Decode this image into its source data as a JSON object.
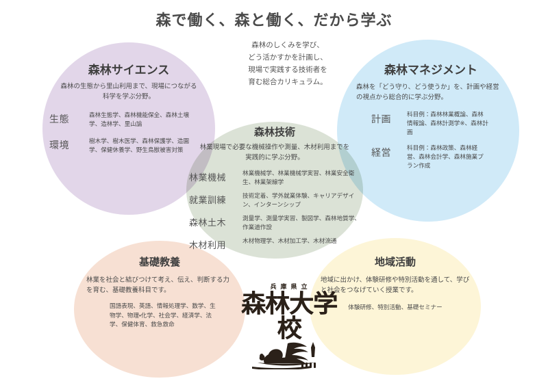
{
  "page": {
    "title": "森で働く、森と働く、だから学ぶ",
    "caption": "森林のしくみを学び、\nどう活かすかを計画し、\n現場で実践する技術者を\n育む総合カリキュラム。"
  },
  "colors": {
    "science": "#e2d6e9",
    "management": "#d0eaf8",
    "technology": "#dbe2d6",
    "basics": "#f7e0d3",
    "local": "#fdf5d7",
    "text": "#4a4a4a",
    "logo_ink": "#2b2119"
  },
  "areas": {
    "science": {
      "heading": "森林サイエンス",
      "lead": "森林の生態から里山利用まで、現場につながる科学を学ぶ分野。",
      "rows": [
        {
          "label": "生態",
          "text": "森林生態学、森林機能保全、森林土壌学、造林学、里山論"
        },
        {
          "label": "環境",
          "text": "樹木学、樹木医学、森林保護学、造園学、保健休養学、野生鳥獣被害対策"
        }
      ]
    },
    "management": {
      "heading": "森林マネジメント",
      "lead": "森林を「どう守り、どう使うか」を、計画や経営の視点から総合的に学ぶ分野。",
      "rows": [
        {
          "label": "計画",
          "text": "科目例：森林林業概論、森林情報論、森林計測学※、森林計画"
        },
        {
          "label": "経営",
          "text": "科目例：森林政策、森林経営、森林会計学、森林施業プラン作成"
        }
      ]
    },
    "technology": {
      "heading": "森林技術",
      "lead": "林業現場で必要な機械操作や測量、木材利用までを実践的に学ぶ分野。",
      "rows": [
        {
          "label": "林業機械",
          "text": "林業機械学、林業機械学実習、林業安全衛生、林業架線学"
        },
        {
          "label": "就業訓練",
          "text": "技術定着、学外就業体験、キャリアデザイン、インターンシップ"
        },
        {
          "label": "森林土木",
          "text": "測量学、測量学実習、製図学、森林地質学、作業道作設"
        },
        {
          "label": "木材利用",
          "text": "木材物理学、木材加工学、木材流通"
        }
      ]
    },
    "basics": {
      "heading": "基礎教養",
      "lead": "林業を社会と結びつけて考え、伝え、判断する力を育む、基礎教養科目です。",
      "subjects": "国語表現、英語、情報処理学、数学、生物学、物理・化学、社会学、経済学、法学、保健体育、救急救命"
    },
    "local": {
      "heading": "地域活動",
      "lead": "地域に出かけ、体験研修や特別活動を通して、学びと社会をつなげていく授業です。",
      "subjects": "体験研修、特別活動、基礎セミナー"
    }
  },
  "logo": {
    "sub": "兵庫県立",
    "main": "森林大学校",
    "art": "squirrel-and-logs-emblem"
  }
}
